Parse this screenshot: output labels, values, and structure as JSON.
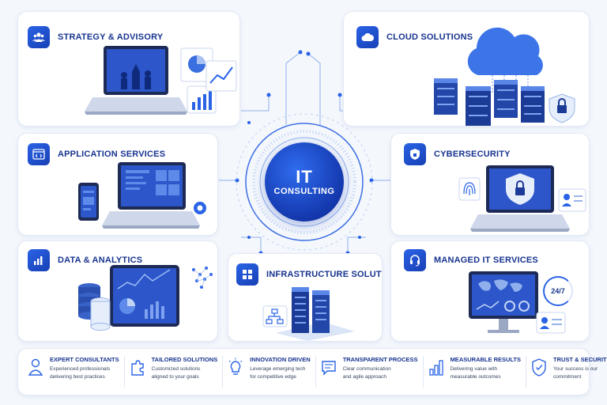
{
  "hub": {
    "line1": "IT",
    "line2": "CONSULTING"
  },
  "services": {
    "strategy": {
      "title": "STRATEGY & ADVISORY",
      "icon": "people-icon"
    },
    "cloud": {
      "title": "CLOUD SOLUTIONS",
      "icon": "cloud-icon"
    },
    "application": {
      "title": "APPLICATION SERVICES",
      "icon": "code-window-icon"
    },
    "cybersecurity": {
      "title": "CYBERSECURITY",
      "icon": "shield-icon"
    },
    "data": {
      "title": "DATA & ANALYTICS",
      "icon": "bar-chart-icon"
    },
    "infrastructure": {
      "title": "INFRASTRUCTURE SOLUTIONS",
      "icon": "grid-icon"
    },
    "managed": {
      "title": "MANAGED IT SERVICES",
      "icon": "headset-icon",
      "badge": "24/7"
    }
  },
  "features": [
    {
      "title": "EXPERT CONSULTANTS",
      "desc1": "Experienced professionals",
      "desc2": "delivering best practices",
      "icon": "person-icon"
    },
    {
      "title": "TAILORED SOLUTIONS",
      "desc1": "Customized solutions",
      "desc2": "aligned to your goals",
      "icon": "puzzle-icon"
    },
    {
      "title": "INNOVATION DRIVEN",
      "desc1": "Leverage emerging tech",
      "desc2": "for competitive edge",
      "icon": "lightbulb-icon"
    },
    {
      "title": "TRANSPARENT PROCESS",
      "desc1": "Clear communication",
      "desc2": "and agile approach",
      "icon": "chat-icon"
    },
    {
      "title": "MEASURABLE RESULTS",
      "desc1": "Delivering value with",
      "desc2": "measurable outcomes",
      "icon": "chart-icon"
    },
    {
      "title": "TRUST & SECURITY",
      "desc1": "Your success is our",
      "desc2": "commitment",
      "icon": "shield-check-icon"
    }
  ],
  "colors": {
    "accent": "#1f4fd1",
    "dark": "#17348f",
    "light": "#dce6fb",
    "background": "#f4f7fc"
  }
}
